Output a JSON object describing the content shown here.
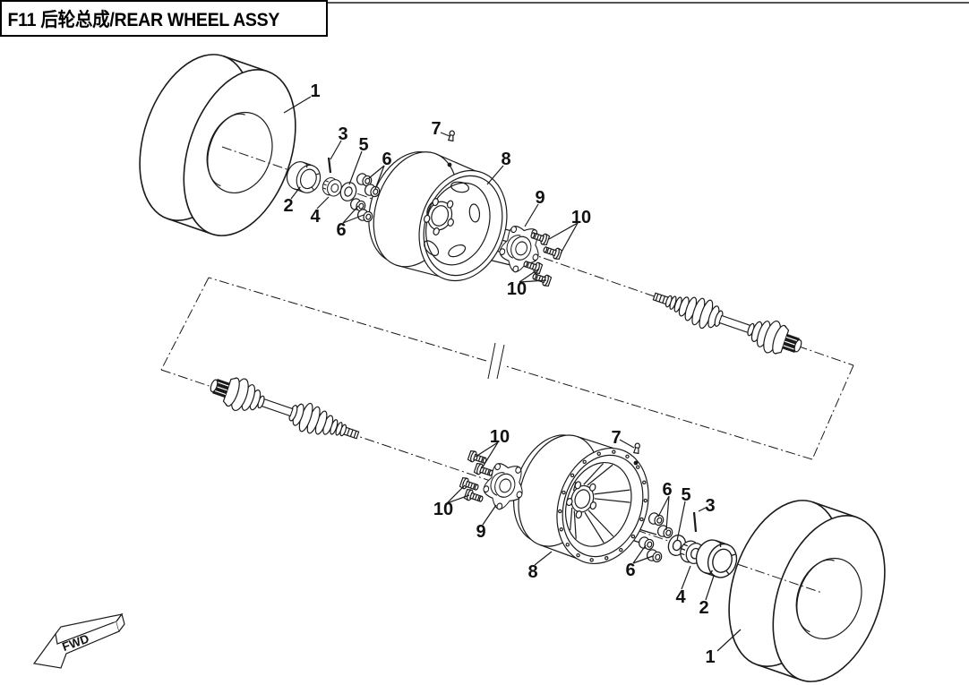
{
  "title": "F11 后轮总成/REAR WHEEL ASSY",
  "fwd_label": "FWD",
  "colors": {
    "ink": "#1a1a1a",
    "background": "#ffffff"
  },
  "callouts": {
    "c1": "1",
    "c2": "2",
    "c3": "3",
    "c4": "4",
    "c5": "5",
    "c6": "6",
    "c7": "7",
    "c8": "8",
    "c9": "9",
    "c10": "10"
  }
}
